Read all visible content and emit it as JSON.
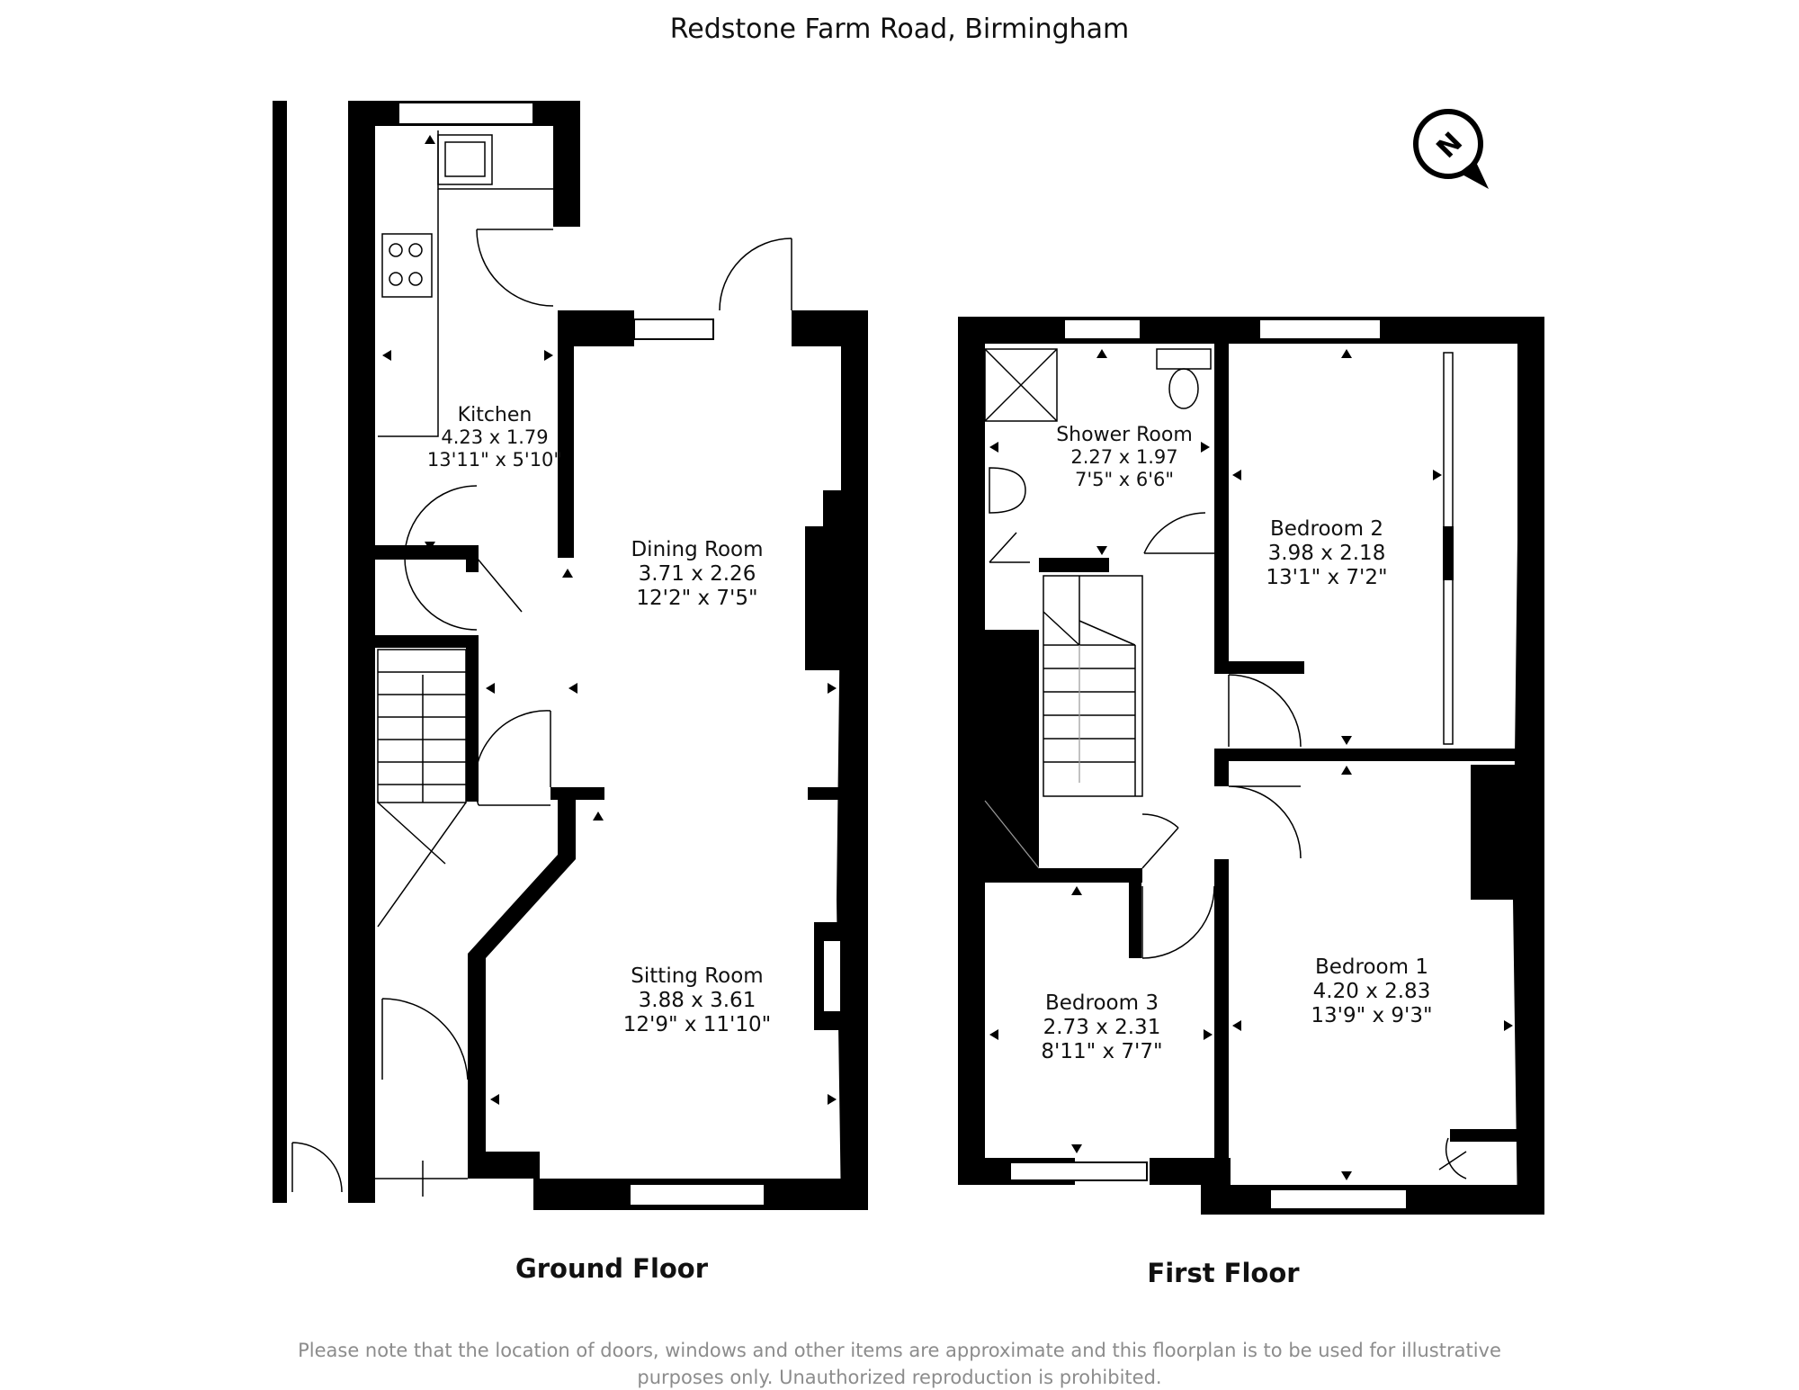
{
  "title": "Redstone Farm Road, Birmingham",
  "floors": [
    {
      "label": "Ground Floor"
    },
    {
      "label": "First Floor"
    }
  ],
  "rooms": {
    "kitchen": {
      "name": "Kitchen",
      "metric": "4.23 x 1.79",
      "imperial": "13'11\" x 5'10\""
    },
    "dining": {
      "name": "Dining Room",
      "metric": "3.71 x 2.26",
      "imperial": "12'2\" x 7'5\""
    },
    "sitting": {
      "name": "Sitting Room",
      "metric": "3.88 x 3.61",
      "imperial": "12'9\" x 11'10\""
    },
    "shower": {
      "name": "Shower Room",
      "metric": "2.27 x 1.97",
      "imperial": "7'5\" x 6'6\""
    },
    "bed2": {
      "name": "Bedroom 2",
      "metric": "3.98 x 2.18",
      "imperial": "13'1\" x 7'2\""
    },
    "bed1": {
      "name": "Bedroom 1",
      "metric": "4.20 x 2.83",
      "imperial": "13'9\" x 9'3\""
    },
    "bed3": {
      "name": "Bedroom 3",
      "metric": "2.73 x 2.31",
      "imperial": "8'11\" x 7'7\""
    }
  },
  "compass_letter": "N",
  "disclaimer": {
    "line1": "Please note that the location of doors, windows and other items are approximate and this floorplan is to be used for illustrative",
    "line2": "purposes only. Unauthorized reproduction is prohibited."
  }
}
